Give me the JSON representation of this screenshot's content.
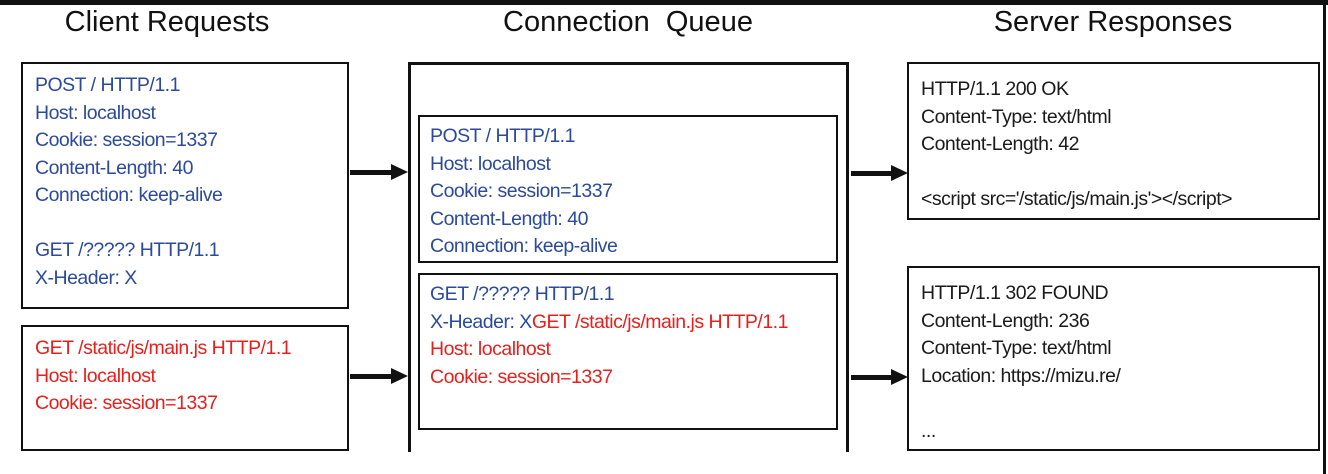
{
  "titles": {
    "client": "Client Requests",
    "queue": "Connection  Queue",
    "server": "Server Responses"
  },
  "colors": {
    "blue": "#2b4a9a",
    "red": "#e5201d",
    "ink": "#1a1a1a",
    "border": "#111111"
  },
  "icons": {
    "flow_arrow": "right-arrow"
  },
  "boxes": {
    "client_post": [
      [
        {
          "t": "POST / HTTP/1.1",
          "c": "blue"
        }
      ],
      [
        {
          "t": "Host: localhost",
          "c": "blue"
        }
      ],
      [
        {
          "t": "Cookie: session=1337",
          "c": "blue"
        }
      ],
      [
        {
          "t": "Content-Length: 40",
          "c": "blue"
        }
      ],
      [
        {
          "t": "Connection: keep-alive",
          "c": "blue"
        }
      ],
      [],
      [
        {
          "t": "GET /????? HTTP/1.1",
          "c": "blue"
        }
      ],
      [
        {
          "t": "X-Header: X",
          "c": "blue"
        }
      ]
    ],
    "client_get": [
      [
        {
          "t": "GET /static/js/main.js HTTP/1.1",
          "c": "red"
        }
      ],
      [
        {
          "t": "Host: localhost",
          "c": "red"
        }
      ],
      [
        {
          "t": "Cookie: session=1337",
          "c": "red"
        }
      ]
    ],
    "queue_first": [
      [
        {
          "t": "POST / HTTP/1.1",
          "c": "blue"
        }
      ],
      [
        {
          "t": "Host: localhost",
          "c": "blue"
        }
      ],
      [
        {
          "t": "Cookie: session=1337",
          "c": "blue"
        }
      ],
      [
        {
          "t": "Content-Length: 40",
          "c": "blue"
        }
      ],
      [
        {
          "t": "Connection: keep-alive",
          "c": "blue"
        }
      ]
    ],
    "queue_second": [
      [
        {
          "t": "GET /????? HTTP/1.1",
          "c": "blue"
        }
      ],
      [
        {
          "t": "X-Header: X",
          "c": "blue"
        },
        {
          "t": "GET /static/js/main.js HTTP/1.1",
          "c": "red"
        }
      ],
      [
        {
          "t": "Host: localhost",
          "c": "red"
        }
      ],
      [
        {
          "t": "Cookie: session=1337",
          "c": "red"
        }
      ]
    ],
    "response_200": [
      [
        {
          "t": "HTTP/1.1 200 OK",
          "c": "ink"
        }
      ],
      [
        {
          "t": "Content-Type: text/html",
          "c": "ink"
        }
      ],
      [
        {
          "t": "Content-Length: 42",
          "c": "ink"
        }
      ],
      [],
      [
        {
          "t": "<script src='/static/js/main.js'></script>",
          "c": "ink"
        }
      ]
    ],
    "response_302": [
      [
        {
          "t": "HTTP/1.1 302 FOUND",
          "c": "ink"
        }
      ],
      [
        {
          "t": "Content-Length: 236",
          "c": "ink"
        }
      ],
      [
        {
          "t": "Content-Type: text/html",
          "c": "ink"
        }
      ],
      [
        {
          "t": "Location: https://mizu.re/",
          "c": "ink"
        }
      ],
      [],
      [
        {
          "t": "...",
          "c": "ink"
        }
      ]
    ]
  }
}
